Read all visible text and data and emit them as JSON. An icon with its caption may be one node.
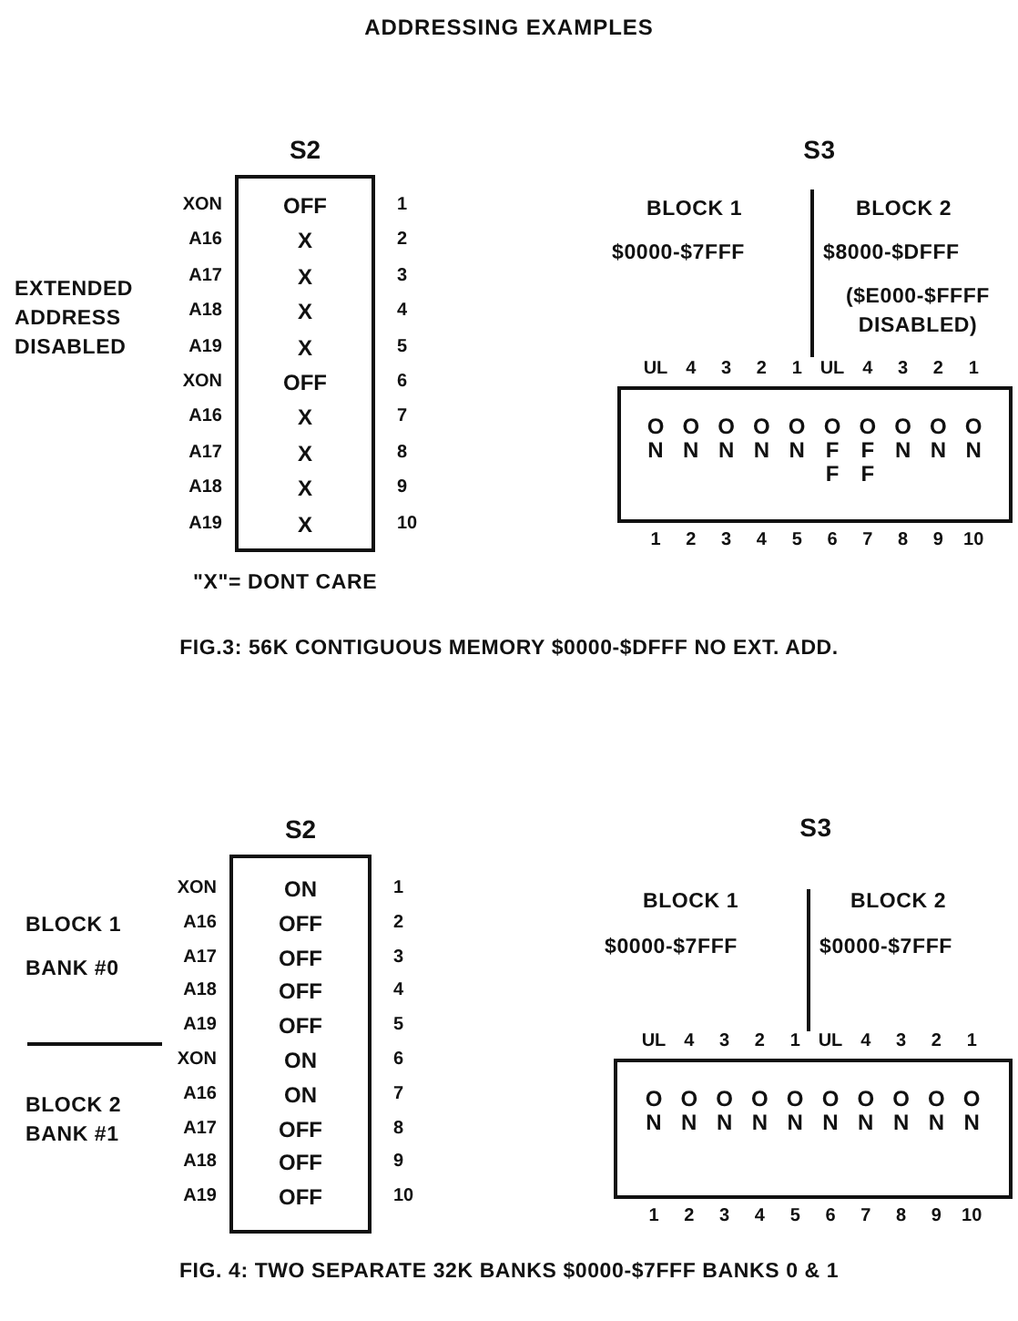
{
  "diagram": {
    "title": "ADDRESSING EXAMPLES",
    "nodes": [
      {
        "text": [
          "S2",
          "OFF",
          "X",
          "X",
          "X",
          "X",
          "OFF",
          "X",
          "X",
          "X",
          "X"
        ],
        "beside": [
          "XON",
          "A16",
          "A17",
          "A18",
          "A19",
          "XON",
          "A16",
          "A17",
          "A18",
          "A19",
          "1",
          "2",
          "3",
          "4",
          "5",
          "6",
          "7",
          "8",
          "9",
          "10"
        ]
      },
      {
        "text": [
          "ON",
          "ON",
          "ON",
          "ON",
          "ON",
          "OFF",
          "OFF",
          "ON",
          "ON",
          "ON"
        ],
        "beside": [
          "UL",
          "4",
          "3",
          "2",
          "1",
          "UL",
          "4",
          "3",
          "2",
          "1",
          "1",
          "2",
          "3",
          "4",
          "5",
          "6",
          "7",
          "8",
          "9",
          "10"
        ]
      },
      {
        "text": [
          "S2",
          "ON",
          "OFF",
          "OFF",
          "OFF",
          "OFF",
          "ON",
          "ON",
          "OFF",
          "OFF",
          "OFF"
        ],
        "beside": [
          "XON",
          "A16",
          "A17",
          "A18",
          "A19",
          "XON",
          "A16",
          "A17",
          "A18",
          "A19",
          "1",
          "2",
          "3",
          "4",
          "5",
          "6",
          "7",
          "8",
          "9",
          "10"
        ]
      },
      {
        "text": [
          "ON",
          "ON",
          "ON",
          "ON",
          "ON",
          "ON",
          "ON",
          "ON",
          "ON",
          "ON"
        ],
        "beside": [
          "UL",
          "4",
          "3",
          "2",
          "1",
          "UL",
          "4",
          "3",
          "2",
          "1",
          "1",
          "2",
          "3",
          "4",
          "5",
          "6",
          "7",
          "8",
          "9",
          "10"
        ]
      }
    ],
    "labels": [
      "EXTENDED ADDRESS DISABLED",
      "BLOCK 1",
      "$0000-$7FFF",
      "BLOCK 2",
      "$8000-$DFFF",
      "($E000-$FFFF DISABLED)",
      "\"X\"= DONT CARE",
      "FIG.3: 56K CONTIGUOUS MEMORY $0000-$DFFF NO EXT. ADD.",
      "BLOCK 1 BANK #0",
      "BLOCK 2 BANK #1",
      "BLOCK 1",
      "$0000-$7FFF",
      "BLOCK 2",
      "$0000-$7FFF",
      "FIG. 4: TWO SEPARATE 32K BANKS $0000-$7FFF BANKS 0 & 1",
      "S3",
      "S3"
    ]
  }
}
